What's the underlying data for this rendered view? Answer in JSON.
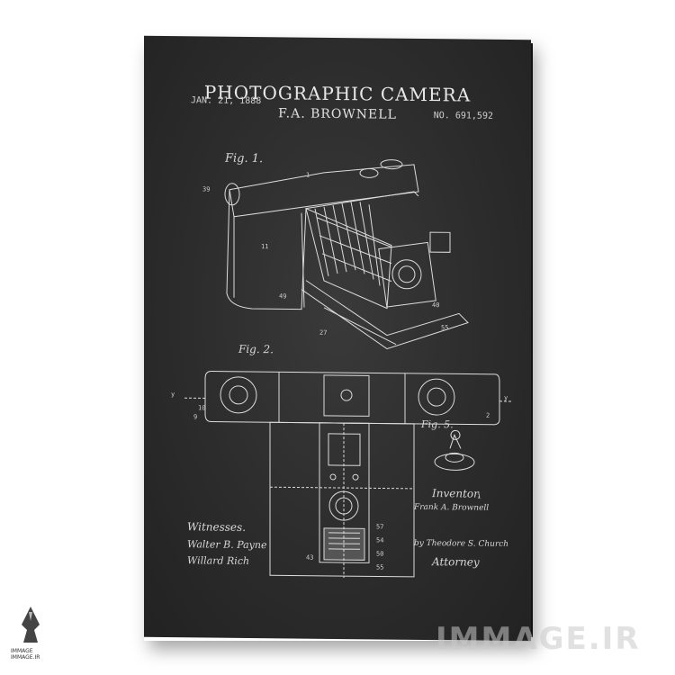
{
  "poster": {
    "title": "PHOTOGRAPHIC CAMERA",
    "inventor_name": "F.A. BROWNELL",
    "date": "JAN. 21, 1888",
    "number": "NO. 691,592",
    "fig1_label": "Fig. 1.",
    "fig2_label": "Fig. 2.",
    "fig5_label": "Fig. 5.",
    "witnesses_label": "Witnesses.",
    "witness_1": "Walter B. Payne",
    "witness_2": "Willard Rich",
    "inventor_label": "Inventor.",
    "inventor_signature": "Frank A. Brownell",
    "attorney_signature": "by Theodore S. Church",
    "attorney_label": "Attorney"
  },
  "watermark": {
    "text": "IMMAGE.IR",
    "logo_caption": "IMMAGE",
    "logo_url": "IMMAGE.IR"
  },
  "colors": {
    "canvas": "#2c2c2c",
    "ink": "#e0e0e0",
    "background": "#ffffff"
  }
}
